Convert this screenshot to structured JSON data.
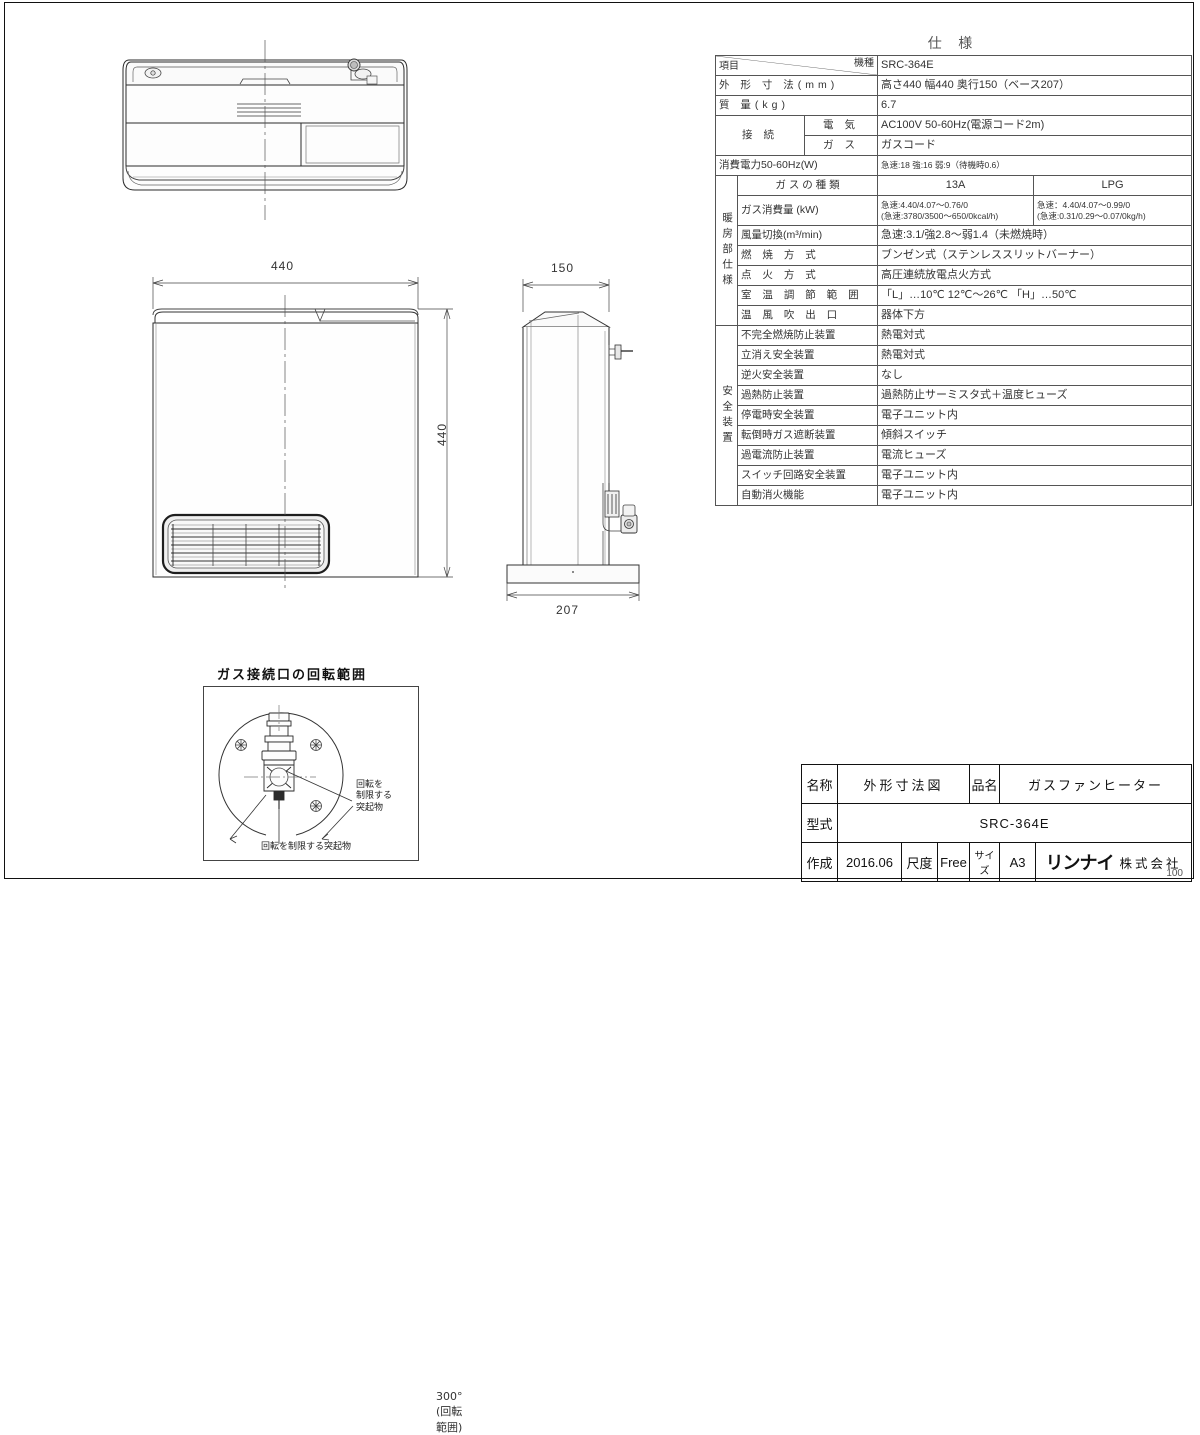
{
  "sheet": {
    "page_number": "100"
  },
  "spec": {
    "title": "仕    様",
    "corner": {
      "column_header": "機種",
      "row_header": "項目"
    },
    "rows": [
      {
        "label": "SRC-364E",
        "key": "model_value"
      },
      {
        "label": "外 形 寸 法(mm)",
        "value": "高さ440  幅440  奥行150（ベース207）"
      },
      {
        "label": "質        量(kg)",
        "value": "6.7"
      },
      {
        "label": "接    続",
        "sub": "電  気",
        "value": "AC100V 50-60Hz(電源コード2m)"
      },
      {
        "label": "",
        "sub": "ガ  ス",
        "value": "ガスコード"
      },
      {
        "label": "消費電力50-60Hz(W)",
        "value": "急速:18  強:16  弱:9（待機時0.6）"
      }
    ],
    "heating_group_label": "暖房部仕様",
    "safety_group_label": "安全装置",
    "gas_type_label": "ガ  ス  の  種  類",
    "gas_type_13a": "13A",
    "gas_type_lpg": "LPG",
    "heating_rows": [
      {
        "label": "ガス消費量  (kW)",
        "value_13a_line1": "急速:4.40/4.07～0.76/0",
        "value_13a_line2": "(急速:3780/3500～650/0kcal/h)",
        "value_lpg_line1": "急速：4.40/4.07～0.99/0",
        "value_lpg_line2": "(急速:0.31/0.29～0.07/0kg/h)"
      },
      {
        "label": "風量切換(m³/min)",
        "value": "急速:3.1/強2.8～弱1.4（未燃焼時）"
      },
      {
        "label": "燃  焼  方  式",
        "value": "ブンゼン式（ステンレススリットバーナー）"
      },
      {
        "label": "点  火  方  式",
        "value": "高圧連続放電点火方式"
      },
      {
        "label": "室 温 調 節 範 囲",
        "value": "「L」…10℃ 12℃～26℃ 「H」…50℃"
      },
      {
        "label": "温 風 吹 出 口",
        "value": "器体下方"
      }
    ],
    "safety_rows": [
      {
        "label": "不完全燃焼防止装置",
        "value": "熱電対式"
      },
      {
        "label": "立消え安全装置",
        "value": "熱電対式"
      },
      {
        "label": "逆火安全装置",
        "value": "なし"
      },
      {
        "label": "過熱防止装置",
        "value": "過熱防止サーミスタ式＋温度ヒューズ"
      },
      {
        "label": "停電時安全装置",
        "value": "電子ユニット内"
      },
      {
        "label": "転倒時ガス遮断装置",
        "value": "傾斜スイッチ"
      },
      {
        "label": "過電流防止装置",
        "value": "電流ヒューズ"
      },
      {
        "label": "スイッチ回路安全装置",
        "value": "電子ユニット内"
      },
      {
        "label": "自動消火機能",
        "value": "電子ユニット内"
      }
    ]
  },
  "drawings": {
    "front_width_dim": "440",
    "front_height_dim": "440",
    "side_depth_dim": "150",
    "base_depth_dim": "207"
  },
  "rotation": {
    "title": "ガス接続口の回転範囲",
    "degree_label": "300°(回転範囲)",
    "caption_right_line1": "回転を",
    "caption_right_line2": "制限する",
    "caption_right_line3": "突起物",
    "caption_bottom": "回転を制限する突起物"
  },
  "titleblock": {
    "name_label": "名称",
    "name_value": "外形寸法図",
    "product_label": "品名",
    "product_value": "ガスファンヒーター",
    "model_label": "型式",
    "model_value": "SRC-364E",
    "created_label": "作成",
    "created_value": "2016.06",
    "scale_label": "尺度",
    "scale_value": "Free",
    "size_label": "サイズ",
    "size_value": "A3",
    "company_mark": "リンナイ",
    "company_suffix": "株式会社"
  }
}
